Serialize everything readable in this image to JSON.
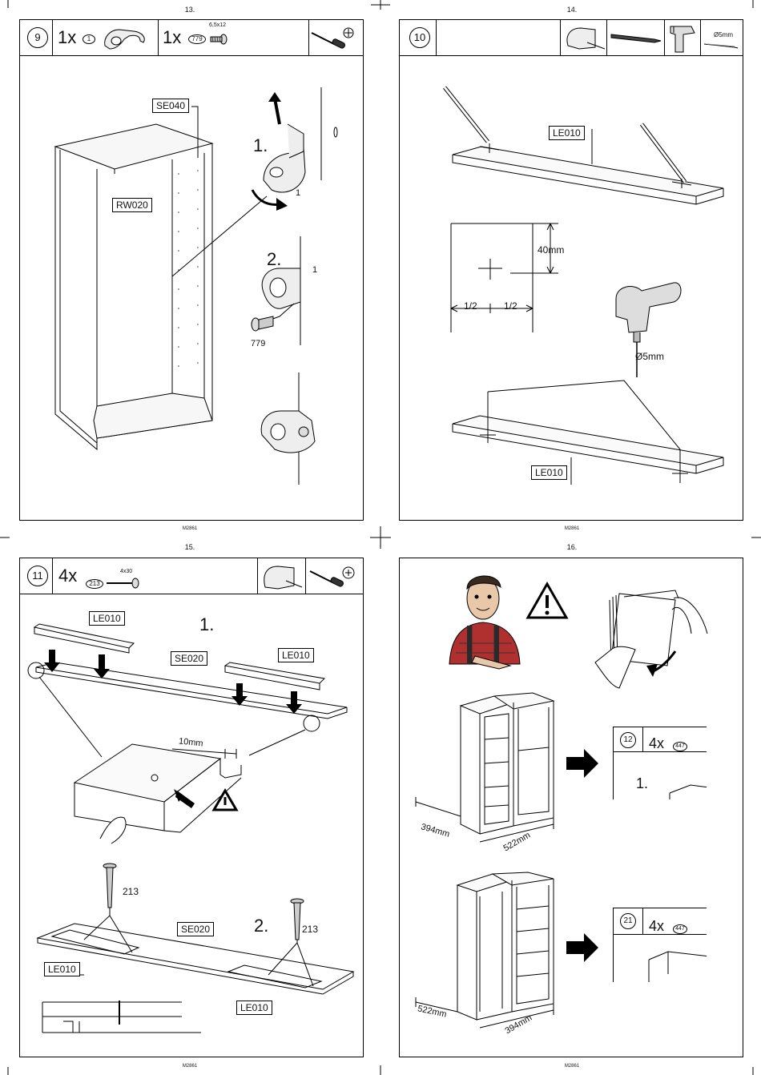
{
  "pages": {
    "p13": {
      "page_number": "13.",
      "footer": "M2861",
      "step": "9",
      "parts": [
        {
          "qty": "1x",
          "id": "1"
        },
        {
          "qty": "1x",
          "id": "779",
          "size": "6,5x12"
        }
      ],
      "labels": {
        "top": "SE040",
        "side": "RW020"
      },
      "steps": {
        "one": "1.",
        "two": "2."
      },
      "callouts": {
        "part_a": "1",
        "part_b": "1",
        "screw": "779"
      }
    },
    "p14": {
      "page_number": "14.",
      "footer": "M2861",
      "step": "10",
      "tool_text": "Ø5mm",
      "labels": {
        "shelf_top": "LE010",
        "shelf_bottom": "LE010"
      },
      "dims": {
        "depth": "40mm",
        "half_left": "1/2",
        "half_right": "1/2",
        "drill": "Ø5mm"
      }
    },
    "p15": {
      "page_number": "15.",
      "footer": "M2861",
      "step": "11",
      "part": {
        "qty": "4x",
        "id": "213",
        "size": "4x30"
      },
      "labels": {
        "le_a": "LE010",
        "se_a": "SE020",
        "le_b": "LE010",
        "le_c": "LE010",
        "se_b": "SE020",
        "le_d": "LE010"
      },
      "steps": {
        "one": "1.",
        "two": "2."
      },
      "dims": {
        "offset": "10mm"
      },
      "callouts": {
        "screw_a": "213",
        "screw_b": "213"
      }
    },
    "p16": {
      "page_number": "16.",
      "footer": "M2861",
      "config_a": {
        "dim_left": "394mm",
        "dim_right": "522mm",
        "goto_step": "12",
        "qty": "4x",
        "id": "447",
        "sub": "1."
      },
      "config_b": {
        "dim_left": "522mm",
        "dim_right": "394mm",
        "goto_step": "21",
        "qty": "4x",
        "id": "447"
      }
    }
  }
}
